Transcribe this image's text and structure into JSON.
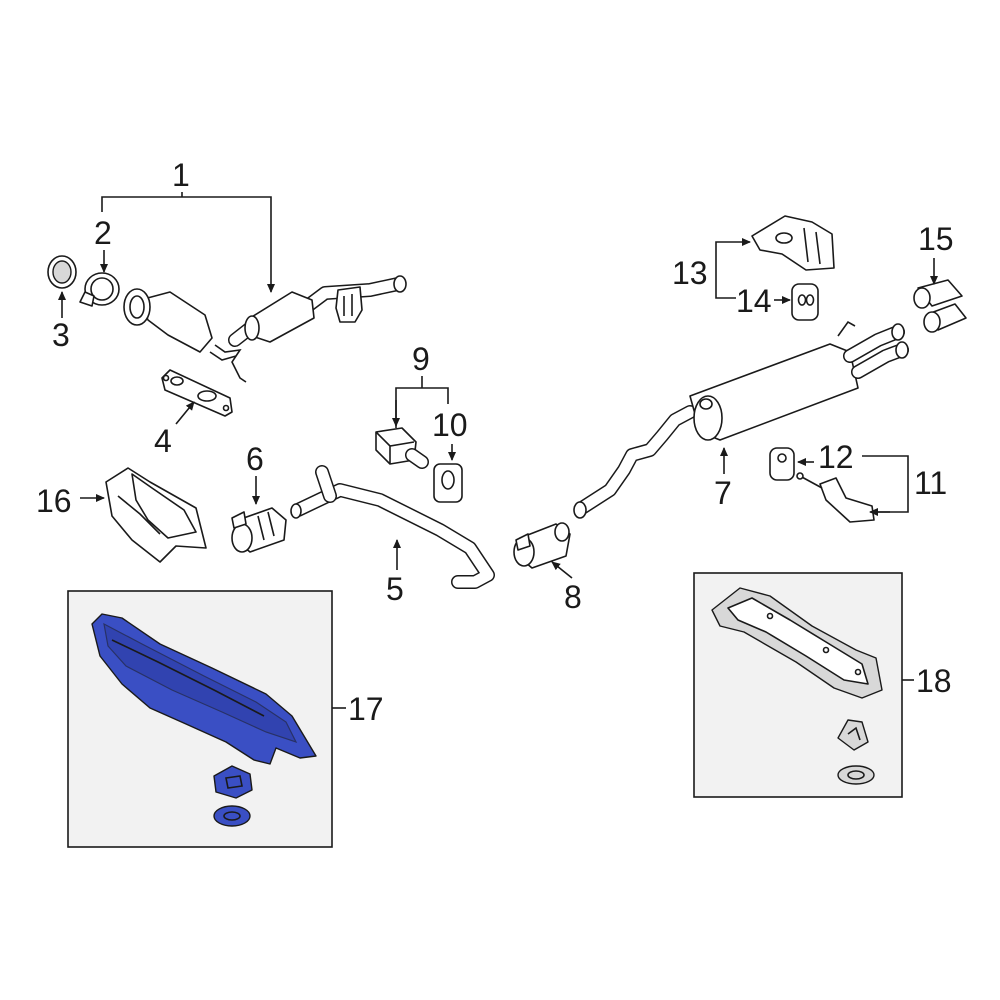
{
  "callouts": {
    "c1": "1",
    "c2": "2",
    "c3": "3",
    "c4": "4",
    "c5": "5",
    "c6": "6",
    "c7": "7",
    "c8": "8",
    "c9": "9",
    "c10": "10",
    "c11": "11",
    "c12": "12",
    "c13": "13",
    "c14": "14",
    "c15": "15",
    "c16": "16",
    "c17": "17",
    "c18": "18"
  },
  "colors": {
    "highlight": "#3a4fc4",
    "inset_background": "#f2f2f2",
    "line": "#1a1a1a"
  }
}
